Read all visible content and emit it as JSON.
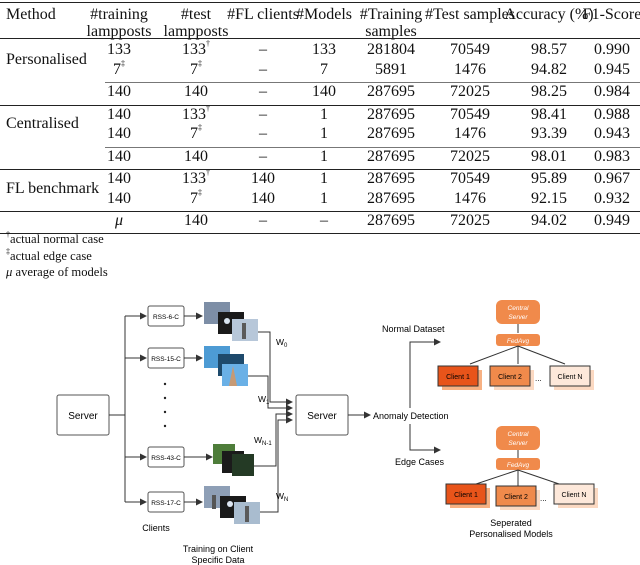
{
  "table": {
    "headers": [
      "Method",
      "#training lampposts",
      "#test lampposts",
      "#FL clients",
      "#Models",
      "#Training samples",
      "#Test samples",
      "Accuracy (%)",
      "F1-Score"
    ],
    "header_lines": {
      "training": [
        "#training",
        "lampposts"
      ],
      "test": [
        "#test",
        "lampposts"
      ],
      "trainsamples": [
        "#Training",
        "samples"
      ]
    },
    "groups": [
      {
        "method": "Personalised",
        "rows": [
          {
            "train": "133",
            "train_sup": "",
            "test": "133",
            "test_sup": "†",
            "fl": "–",
            "models": "133",
            "trs": "281804",
            "tes": "70549",
            "acc": "98.57",
            "f1": "0.990"
          },
          {
            "train": "7",
            "train_sup": "‡",
            "test": "7",
            "test_sup": "‡",
            "fl": "–",
            "models": "7",
            "trs": "5891",
            "tes": "1476",
            "acc": "94.82",
            "f1": "0.945"
          },
          {
            "train": "140",
            "train_sup": "",
            "test": "140",
            "test_sup": "",
            "fl": "–",
            "models": "140",
            "trs": "287695",
            "tes": "72025",
            "acc": "98.25",
            "f1": "0.984"
          }
        ]
      },
      {
        "method": "Centralised",
        "rows": [
          {
            "train": "140",
            "train_sup": "",
            "test": "133",
            "test_sup": "†",
            "fl": "–",
            "models": "1",
            "trs": "287695",
            "tes": "70549",
            "acc": "98.41",
            "f1": "0.988"
          },
          {
            "train": "140",
            "train_sup": "",
            "test": "7",
            "test_sup": "‡",
            "fl": "–",
            "models": "1",
            "trs": "287695",
            "tes": "1476",
            "acc": "93.39",
            "f1": "0.943"
          },
          {
            "train": "140",
            "train_sup": "",
            "test": "140",
            "test_sup": "",
            "fl": "–",
            "models": "1",
            "trs": "287695",
            "tes": "72025",
            "acc": "98.01",
            "f1": "0.983"
          }
        ]
      },
      {
        "method": "FL benchmark",
        "rows": [
          {
            "train": "140",
            "train_sup": "",
            "test": "133",
            "test_sup": "†",
            "fl": "140",
            "models": "1",
            "trs": "287695",
            "tes": "70549",
            "acc": "95.89",
            "f1": "0.967"
          },
          {
            "train": "140",
            "train_sup": "",
            "test": "7",
            "test_sup": "‡",
            "fl": "140",
            "models": "1",
            "trs": "287695",
            "tes": "1476",
            "acc": "92.15",
            "f1": "0.932"
          }
        ]
      }
    ],
    "mu_row": {
      "method": "μ",
      "train": "140",
      "fl": "–",
      "models": "–",
      "trs": "287695",
      "tes": "72025",
      "acc": "94.02",
      "f1": "0.949"
    }
  },
  "notes": [
    {
      "sym": "†",
      "text": "actual normal case"
    },
    {
      "sym": "‡",
      "text": "actual edge case"
    },
    {
      "sym": "μ",
      "text": " average of models"
    }
  ],
  "diagram": {
    "server_left": "Server",
    "server_mid": "Server",
    "clients": [
      "RSS-6-C",
      "RSS-15-C",
      "RSS-43-C",
      "RSS-17-C"
    ],
    "weights": [
      {
        "base": "W",
        "sub": "0"
      },
      {
        "base": "W",
        "sub": "1"
      },
      {
        "base": "W",
        "sub": "N-1"
      },
      {
        "base": "W",
        "sub": "N"
      }
    ],
    "clients_label": "Clients",
    "training_label": [
      "Training on Client",
      "Specific Data"
    ],
    "anomaly": "Anomaly Detection",
    "normal_dataset": "Normal Dataset",
    "edge_cases": "Edge Cases",
    "central_server": [
      "Central",
      "Server"
    ],
    "fedavg": "FedAvg",
    "fl_clients": [
      "Client 1",
      "Client 2",
      "Client N"
    ],
    "ellipsis": "...",
    "separated": [
      "Seperated",
      "Personalised Models"
    ],
    "colors": {
      "orange_dark": "#e8541a",
      "orange_mid": "#f08a4b",
      "orange_light": "#f7b183",
      "orange_pale": "#fbd9c2",
      "box_border": "#555555"
    }
  }
}
